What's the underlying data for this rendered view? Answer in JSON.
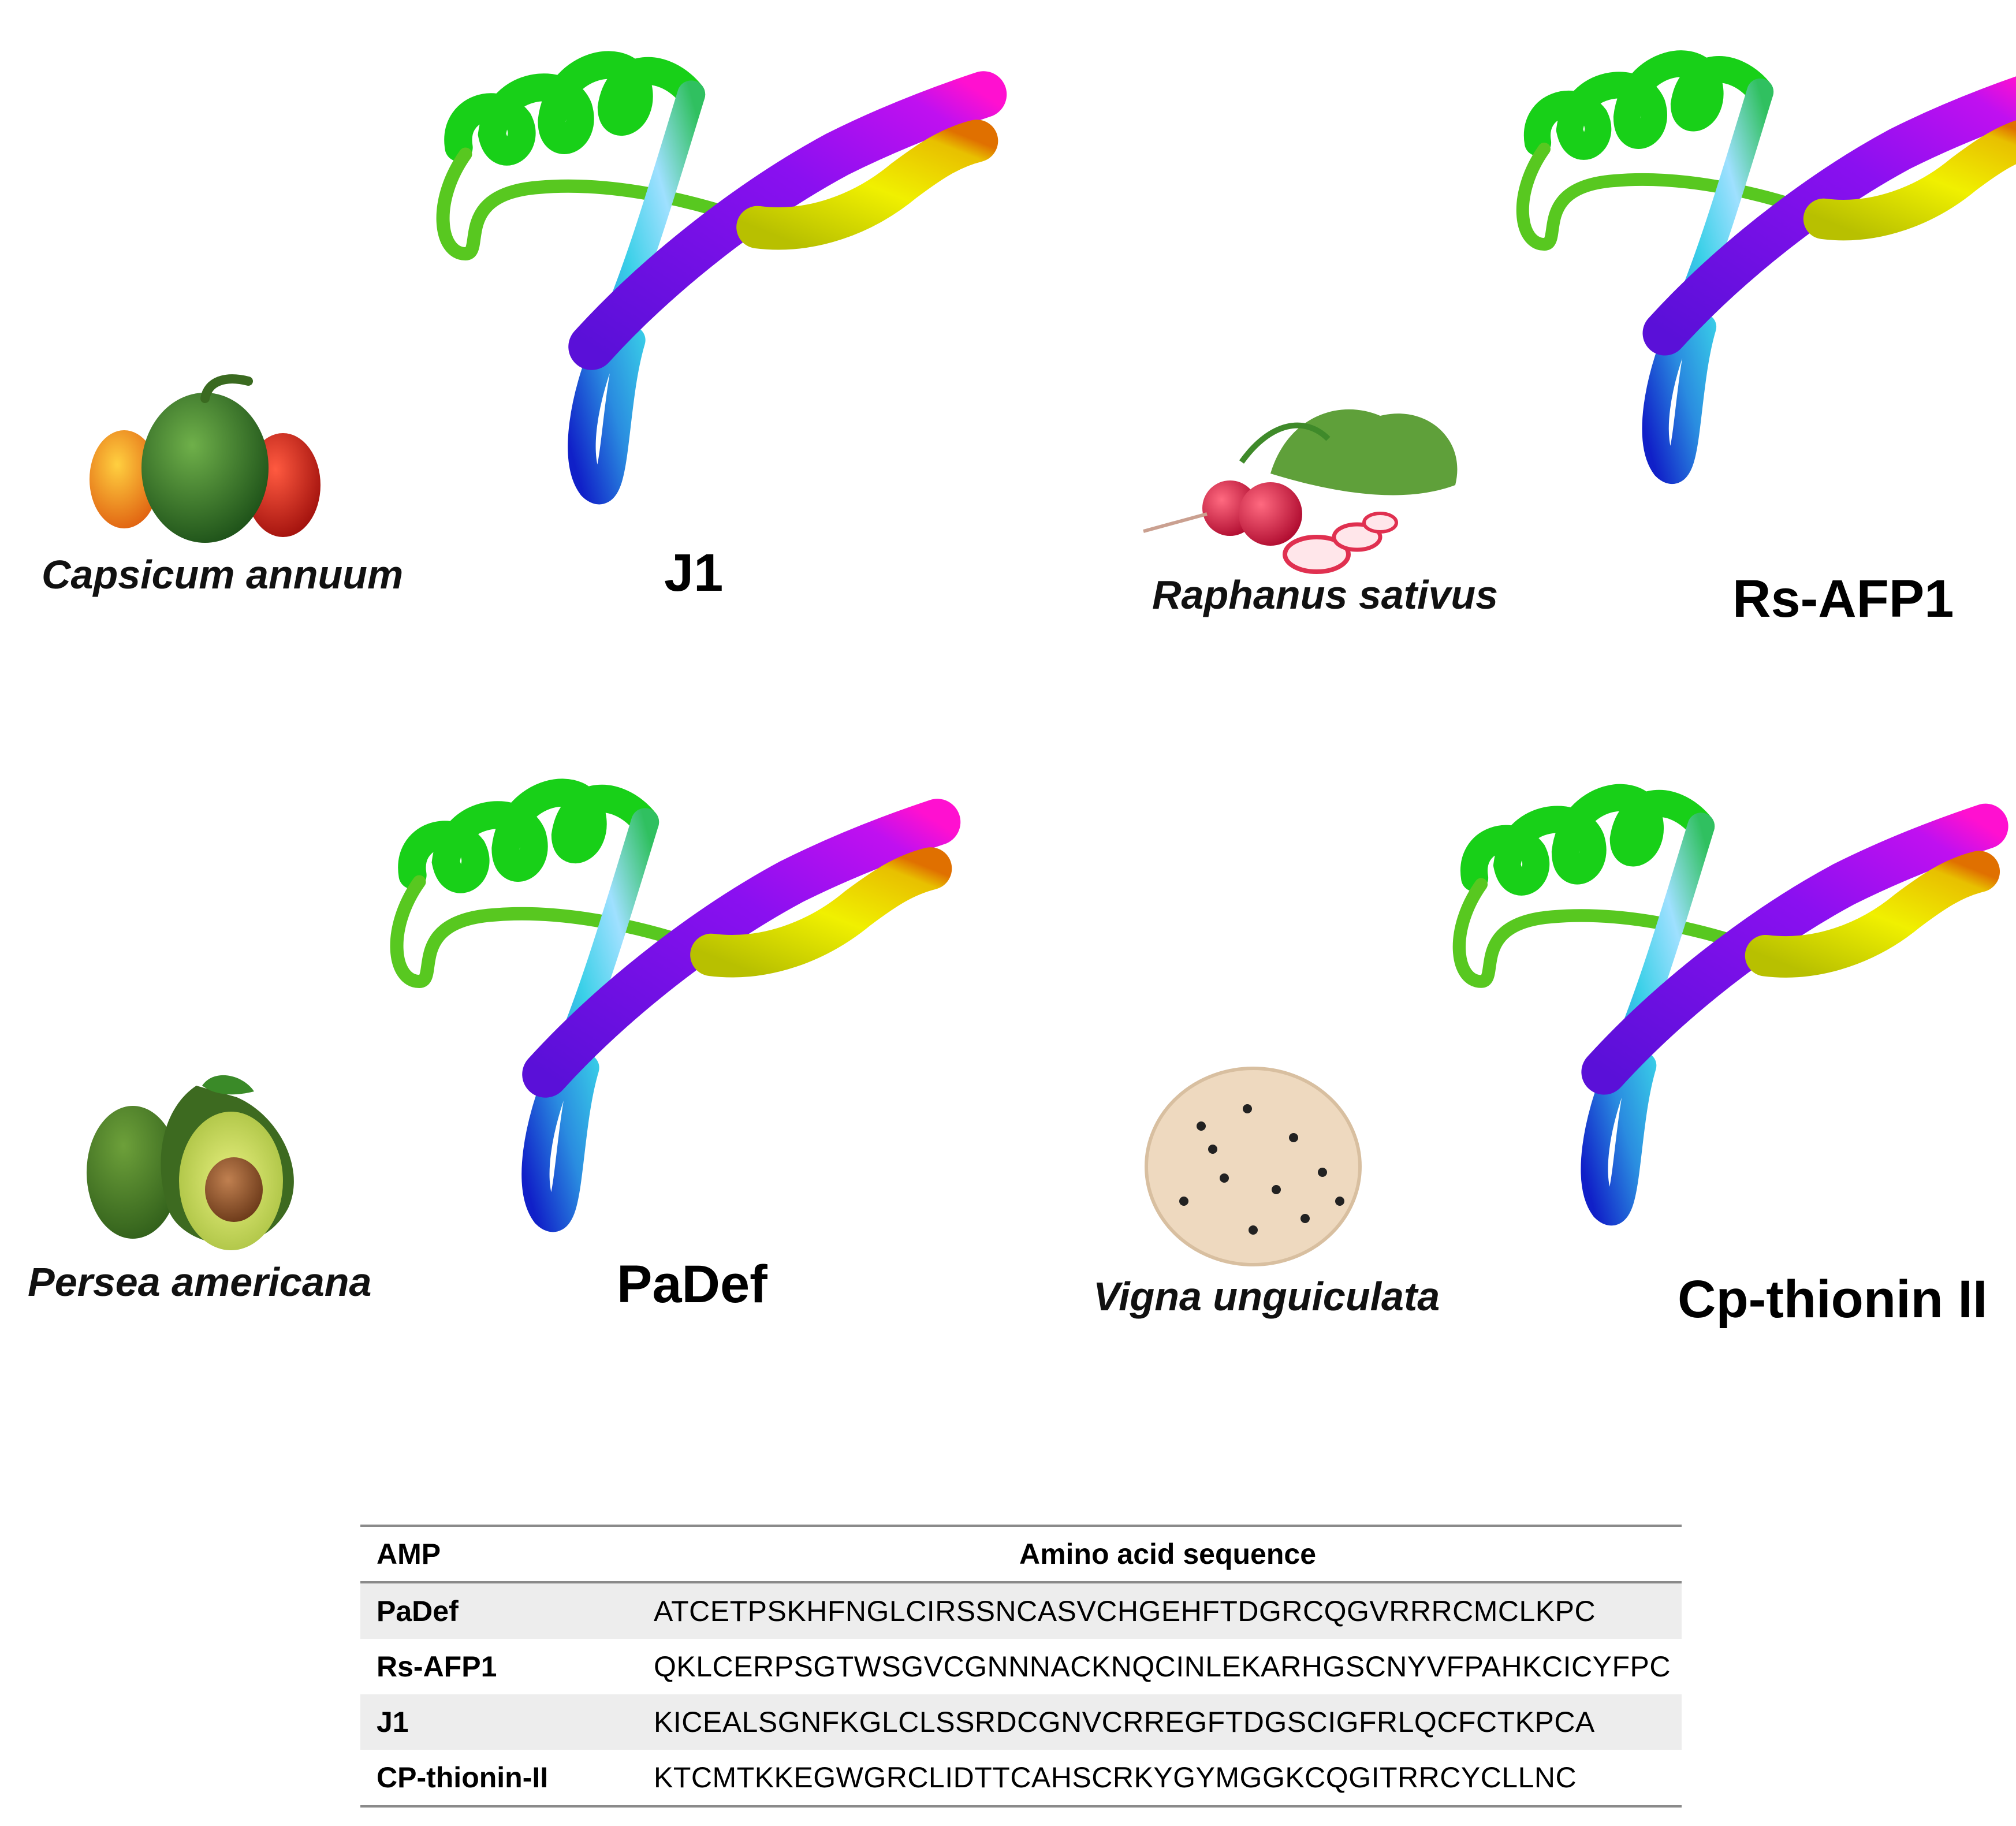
{
  "panels": [
    {
      "species": "Capsicum annuum",
      "protein": "J1"
    },
    {
      "species": "Raphanus sativus",
      "protein": "Rs-AFP1"
    },
    {
      "species": "Persea americana",
      "protein": "PaDef"
    },
    {
      "species": "Vigna unguiculata",
      "protein": "Cp-thionin II"
    }
  ],
  "table": {
    "headers": [
      "AMP",
      "Amino acid sequence"
    ],
    "rows": [
      {
        "amp": "PaDef",
        "sequence": "ATCETPSKHFNGLCIRSSNCASVCHGEHFTDGRCQGVRRRCMCLKPC"
      },
      {
        "amp": "Rs-AFP1",
        "sequence": "QKLCERPSGTWSGVCGNNNACKNQCINLEKARHGSCNYVFPAHKCICYFPC"
      },
      {
        "amp": "J1",
        "sequence": "KICEALSGNFKGLCLSSRDCGNVCRREGFTDGSCIGFRLQCFCTKPCA"
      },
      {
        "amp": "CP-thionin-II",
        "sequence": "KTCMTKKEGWGRCLIDTTCAHSCRKYGYMGGKCQGITRRCYCLLNC"
      }
    ]
  }
}
